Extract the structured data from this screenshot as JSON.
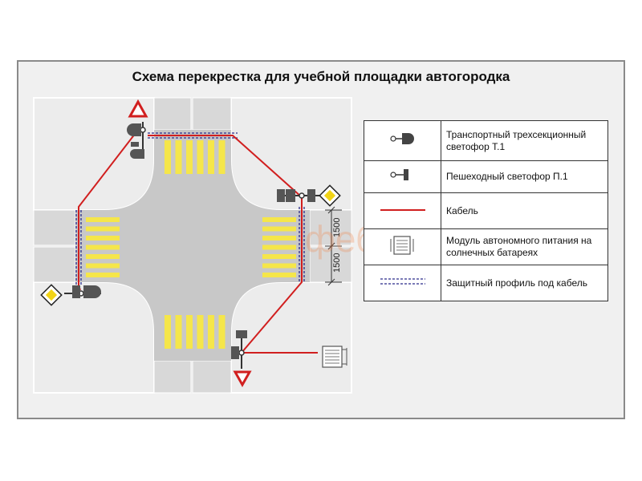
{
  "title": "Схема перекрестка для учебной площадки автогородка",
  "legend": {
    "items": [
      {
        "icon": "traffic-light-three-section-icon",
        "label": "Транспортный трехсекционный светофор Т.1"
      },
      {
        "icon": "pedestrian-traffic-light-icon",
        "label": "Пешеходный светофор П.1"
      },
      {
        "icon": "cable-line-icon",
        "label": "Кабель"
      },
      {
        "icon": "solar-battery-module-icon",
        "label": "Модуль автономного питания на солнечных батареях"
      },
      {
        "icon": "cable-protective-profile-icon",
        "label": "Защитный профиль под кабель"
      }
    ]
  },
  "dimensions": {
    "upper": "1500",
    "lower": "1500"
  },
  "watermark": "феба",
  "colors": {
    "road": "#c9c9c9",
    "sidewalk": "#e3e3e3",
    "crosswalk": "#f5e64a",
    "cable": "#d11f1f",
    "profile": "#2a2a8a"
  }
}
